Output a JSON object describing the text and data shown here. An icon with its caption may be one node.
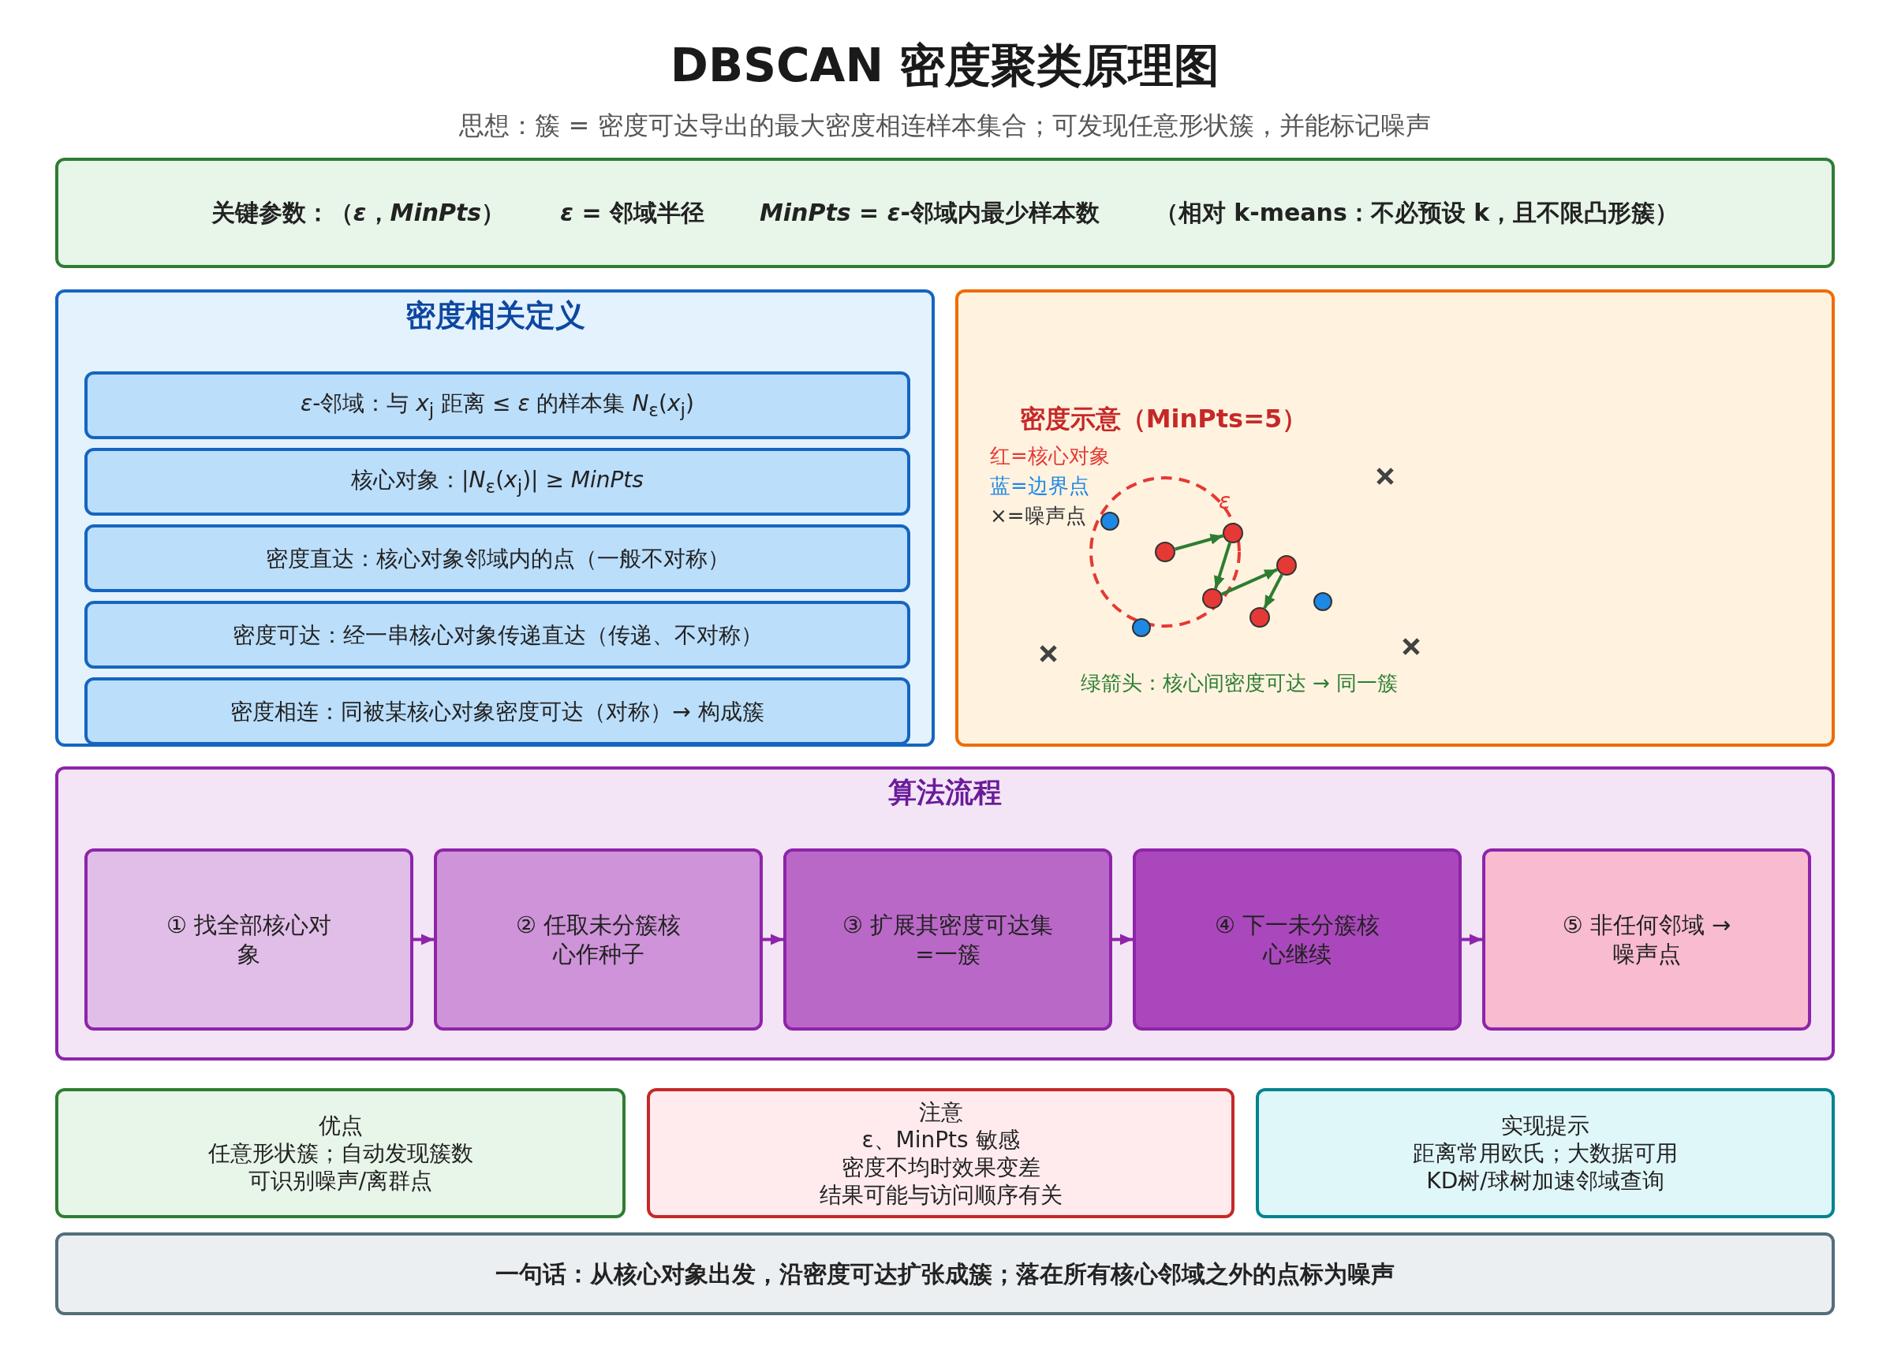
{
  "diagram": {
    "title": "DBSCAN 密度聚类原理图",
    "nodes": [
      {
        "text": [
          "关键参数：（*ε*，*MinPts*）",
          "*ε* = 邻域半径",
          "*MinPts* = *ε*-邻域内最少样本数",
          "（相对 k-means：不必预设 k，且不限凸形簇）"
        ]
      },
      {
        "text": [
          "密度相关定义"
        ]
      },
      {
        "text": [
          "*ε*-邻域：与 *x*$_{j}$ 距离 ≤ *ε* 的样本集 *N*$_{ε}$(*x*$_{j}$)"
        ],
        "in": 1
      },
      {
        "text": [
          "核心对象：|*N*$_{ε}$(*x*$_{j}$)| ≥ *MinPts*"
        ],
        "in": 1
      },
      {
        "text": [
          "密度直达：核心对象邻域内的点（一般不对称）"
        ],
        "in": 1
      },
      {
        "text": [
          "密度可达：经一串核心对象传递直达（传递、不对称）"
        ],
        "in": 1
      },
      {
        "text": [
          "密度相连：同被某核心对象密度可达（对称）→ 构成簇"
        ],
        "in": 1
      },
      {
        "text": [
          "密度示意（MinPts=5）"
        ]
      },
      {
        "text": [],
        "shape": "circle",
        "in": 7
      },
      {
        "text": [],
        "shape": "circle",
        "in": 7
      },
      {
        "text": [],
        "shape": "circle",
        "in": 7
      },
      {
        "text": [],
        "shape": "circle",
        "in": 7
      },
      {
        "text": [],
        "shape": "circle",
        "in": 7
      },
      {
        "text": [
          "算法流程"
        ]
      },
      {
        "text": [
          "① 找全部核心对象"
        ],
        "in": 13
      },
      {
        "text": [
          "② 任取未分簇核心作种子"
        ],
        "in": 13
      },
      {
        "text": [
          "③ 扩展其密度可达集=一簇"
        ],
        "in": 13
      },
      {
        "text": [
          "④ 下一未分簇核心继续"
        ],
        "in": 13
      },
      {
        "text": [
          "⑤ 非任何邻域 → 噪声点"
        ],
        "in": 13
      },
      {
        "text": [
          "优点",
          "任意形状簇；自动发现簇数",
          "可识别噪声/离群点"
        ]
      },
      {
        "text": [
          "注意",
          "ε、MinPts 敏感",
          "密度不均时效果变差",
          "结果可能与访问顺序有关"
        ]
      },
      {
        "text": [
          "实现提示",
          "距离常用欧氏；大数据可用",
          "KD树/球树加速邻域查询"
        ]
      },
      {
        "text": [
          "一句话：从核心对象出发，沿密度可达扩张成簇；落在所有核心邻域之外的点标为噪声"
        ]
      }
    ],
    "edges": [
      {
        "from": 8,
        "to": 10,
        "arrow": "to",
        "color": "#2e7d32"
      },
      {
        "from": 10,
        "to": 9,
        "arrow": "to",
        "color": "#2e7d32"
      },
      {
        "from": 9,
        "to": 12,
        "arrow": "to",
        "color": "#2e7d32"
      },
      {
        "from": 12,
        "to": 11,
        "arrow": "to",
        "color": "#2e7d32"
      },
      {
        "from": 14,
        "to": 15,
        "arrow": "to",
        "color": "#8e24aa"
      },
      {
        "from": 15,
        "to": 16,
        "arrow": "to",
        "color": "#8e24aa"
      },
      {
        "from": 16,
        "to": 17,
        "arrow": "to",
        "color": "#8e24aa"
      },
      {
        "from": 17,
        "to": 18,
        "arrow": "to",
        "color": "#8e24aa"
      }
    ],
    "labels": [
      "思想：簇 = 密度可达导出的最大密度相连样本集合；可发现任意形状簇，并能标记噪声",
      "红=核心对象",
      "蓝=边界点",
      "×=噪声点",
      "ε",
      "绿箭头：核心间密度可达 → 同一簇"
    ]
  }
}
